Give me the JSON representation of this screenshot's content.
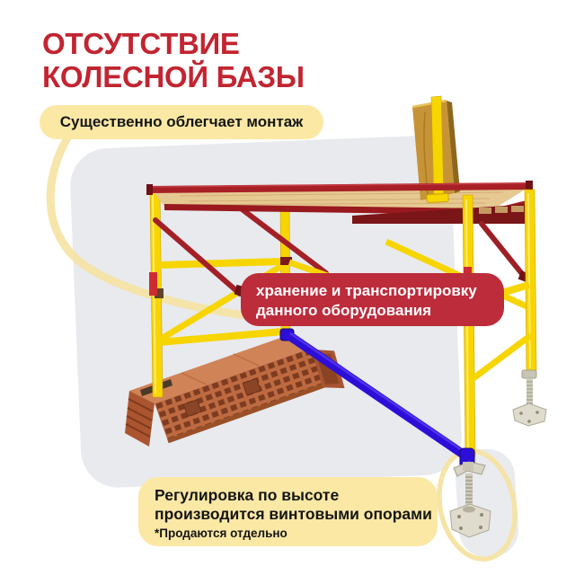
{
  "title": {
    "line1": "ОТСУТСТВИЕ",
    "line2": "КОЛЕСНОЙ БАЗЫ"
  },
  "badges": {
    "top": {
      "text": "Существенно облегчает монтаж"
    },
    "middle": {
      "line1": "хранение и транспортировку",
      "line2": "данного оборудования"
    },
    "bottom": {
      "line1": "Регулировка по высоте",
      "line2": "производится винтовыми опорами",
      "note": "*Продаются отдельно"
    }
  },
  "illustration": {
    "description": "scaffold-without-wheelbase-photo",
    "elements": [
      "frame-scaffold",
      "plywood-deck",
      "brick-stack",
      "blue-diagonal-brace",
      "screw-jack-supports"
    ]
  },
  "colors": {
    "accent_red": "#c22531",
    "callout_red": "#bc2c3b",
    "badge_yellow": "#fbe8a5",
    "panel_gray": "#e8eaee",
    "decor_yellow": "#f5e3a2",
    "scaffold_yellow": "#f7d501",
    "scaffold_red": "#a81f26",
    "blue": "#2c0ed8",
    "brick": "#be6a41",
    "brick_top": "#d08356",
    "deck_wood": "#e6c991",
    "plywood": "#c69437",
    "metal": "#d9d5c6"
  }
}
